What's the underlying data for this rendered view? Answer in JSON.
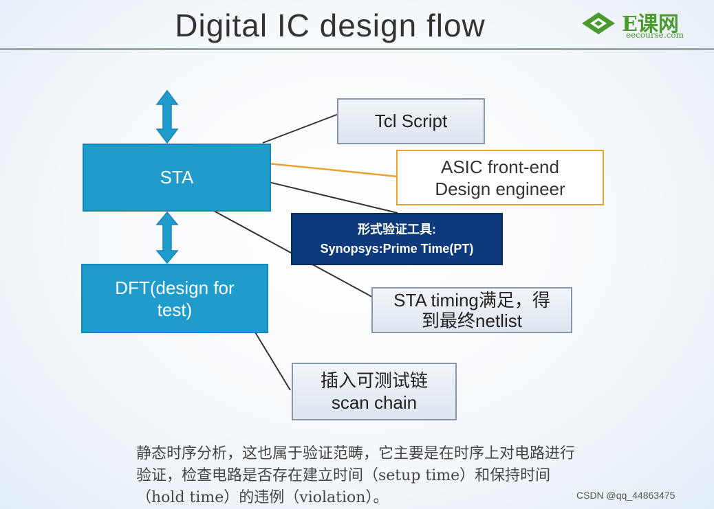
{
  "title": "Digital IC design flow",
  "logo": {
    "name": "E课网",
    "sub": "eecourse.com"
  },
  "boxes": {
    "sta": "STA",
    "dft": "DFT(design for\ntest)",
    "tcl": "Tcl Script",
    "asic": "ASIC front-end\nDesign engineer",
    "tool": "形式验证工具:\nSynopsys:Prime Time(PT)",
    "timing": "STA timing满足，得\n到最终netlist",
    "scan": "插入可测试链\nscan chain"
  },
  "note": "静态时序分析，这也属于验证范畴，它主要是在时序上对电路进行验证，检查电路是否存在建立时间（setup time）和保持时间（hold time）的违例（violation）。",
  "watermark": "CSDN @qq_44863475",
  "colors": {
    "flow_box": "#1f9bcc",
    "tool_box": "#0c3a7a",
    "engineer_border": "#e6a330",
    "logo": "#4b9a2d"
  }
}
